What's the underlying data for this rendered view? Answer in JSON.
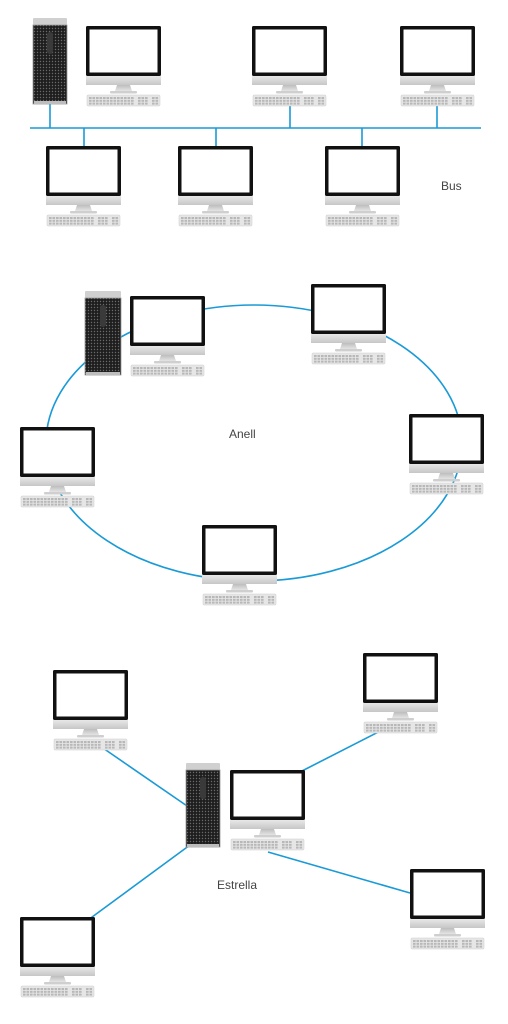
{
  "diagrams": [
    {
      "id": "bus",
      "label": "Bus",
      "workstations": 6,
      "servers": 1
    },
    {
      "id": "ring",
      "label": "Anell",
      "workstations": 5,
      "servers": 1
    },
    {
      "id": "star",
      "label": "Estrella",
      "workstations": 5,
      "servers": 1
    }
  ],
  "colors": {
    "cable": "#1a9ad6",
    "bezel": "#111111",
    "screen": "#ffffff",
    "stand": "#d4d4d4",
    "keyboard": "#e6e6e6",
    "server_body": "#1e1e1e",
    "label": "#444444"
  },
  "icons": [
    "monitor-icon",
    "keyboard-icon",
    "server-tower-icon"
  ]
}
